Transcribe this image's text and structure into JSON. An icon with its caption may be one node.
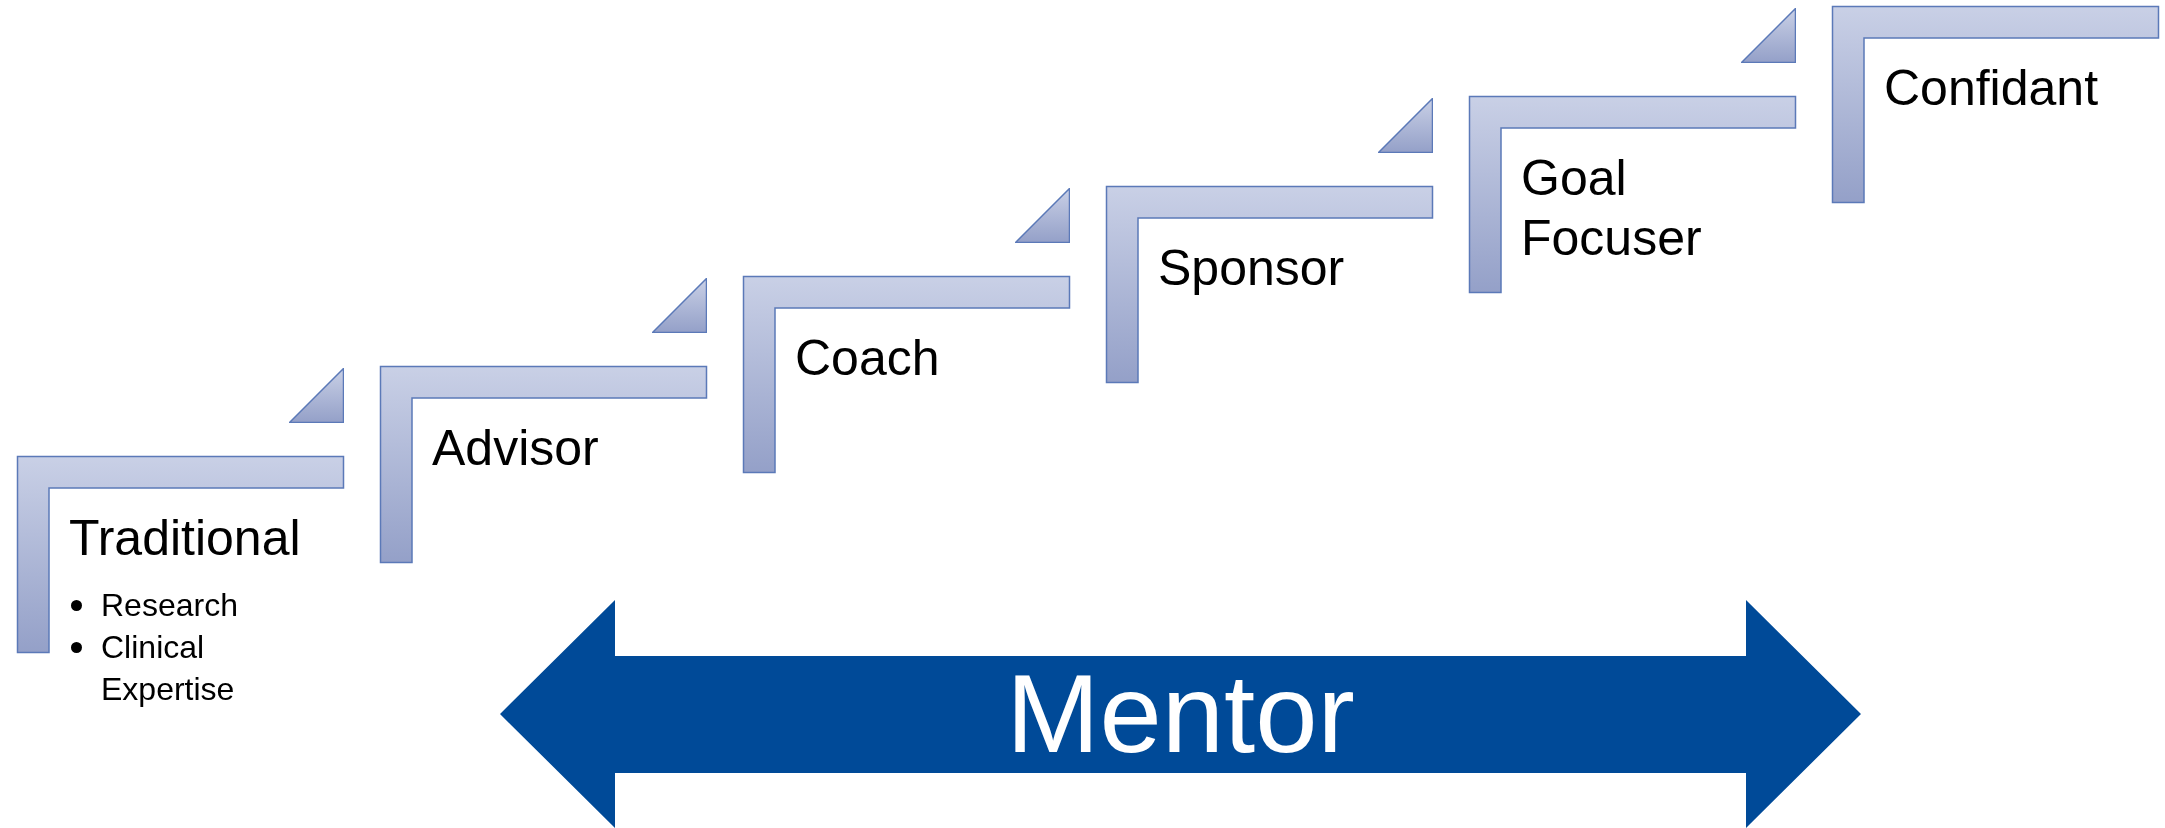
{
  "diagram": {
    "nodes": [
      {
        "text": [
          "Traditional",
          "Research",
          "Clinical Expertise"
        ]
      },
      {
        "text": [
          "Advisor"
        ]
      },
      {
        "text": [
          "Coach"
        ]
      },
      {
        "text": [
          "Sponsor"
        ]
      },
      {
        "text": [
          "Goal Focuser"
        ]
      },
      {
        "text": [
          "Confidant"
        ]
      },
      {
        "text": [
          "Mentor"
        ]
      }
    ]
  }
}
